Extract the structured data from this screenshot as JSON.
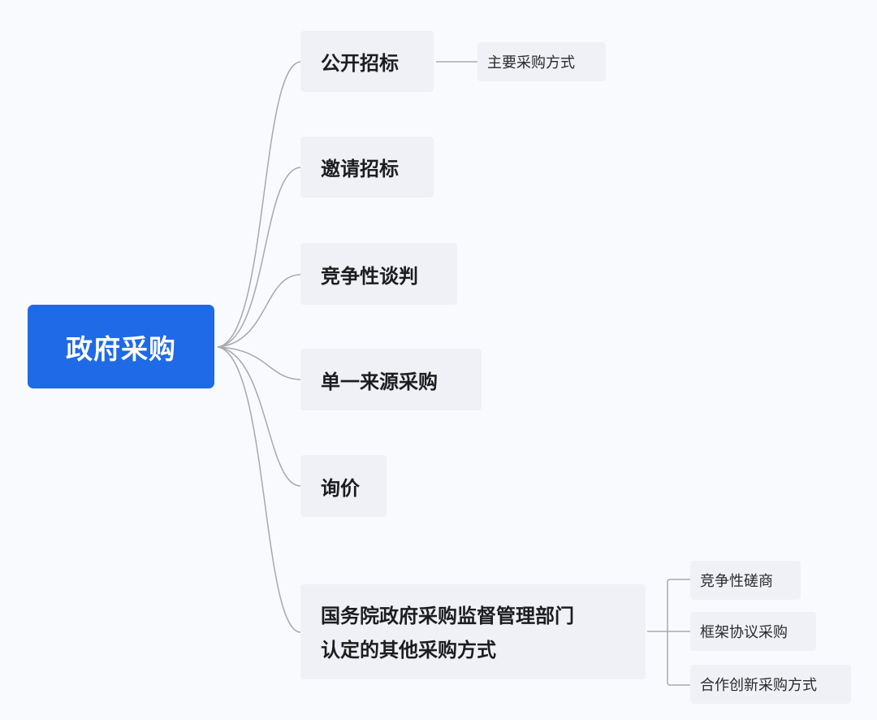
{
  "mindmap": {
    "root": {
      "label": "政府采购",
      "color": "#1f6ae6"
    },
    "branches": [
      {
        "label": "公开招标",
        "children": [
          {
            "label": "主要采购方式"
          }
        ]
      },
      {
        "label": "邀请招标",
        "children": []
      },
      {
        "label": "竞争性谈判",
        "children": []
      },
      {
        "label": "单一来源采购",
        "children": []
      },
      {
        "label": "询价",
        "children": []
      },
      {
        "label_line1": "国务院政府采购监督管理部门",
        "label_line2": "认定的其他采购方式",
        "children": [
          {
            "label": "竞争性磋商"
          },
          {
            "label": "框架协议采购"
          },
          {
            "label": "合作创新采购方式"
          }
        ]
      }
    ],
    "colors": {
      "background": "#f8fafd",
      "node_fill": "#eff1f6",
      "link": "#a9a9ab",
      "text": "#1d1d1f"
    }
  }
}
